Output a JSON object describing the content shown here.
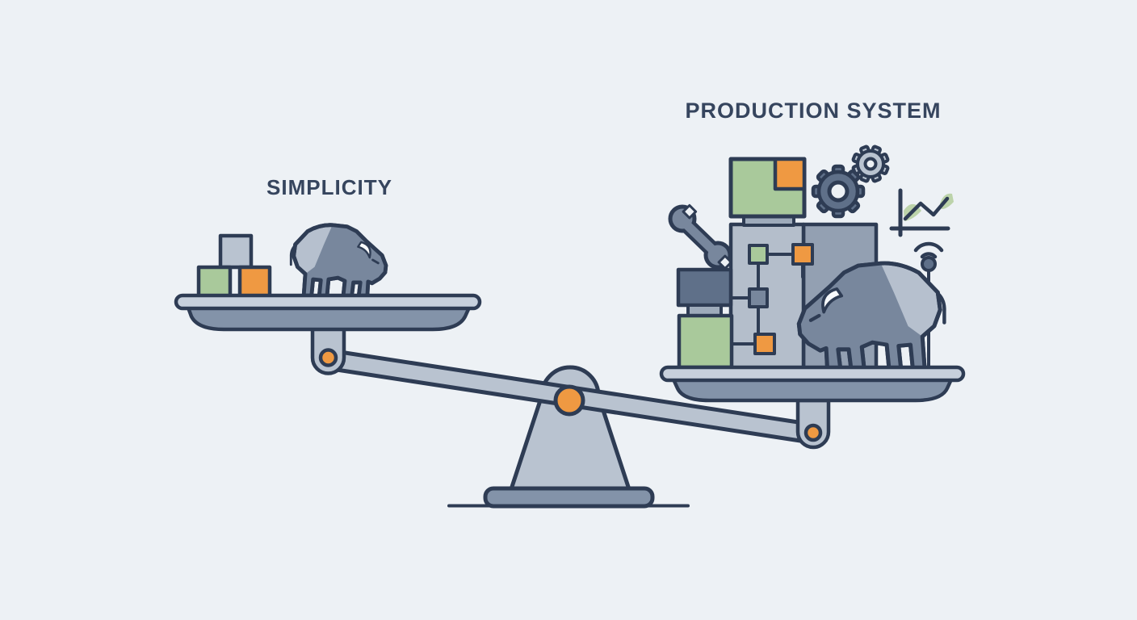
{
  "scene": {
    "type": "balance-scale illustration",
    "left": {
      "label": "SIMPLICITY",
      "pan_state": "raised",
      "items": [
        "stacked-blocks",
        "small-bison"
      ]
    },
    "right": {
      "label": "PRODUCTION SYSTEM",
      "pan_state": "lowered",
      "items": [
        "wrench-icon",
        "stacked-boxes",
        "module-box",
        "flow-nodes",
        "gears-icon",
        "growth-chart-icon",
        "antenna-icon",
        "large-bison"
      ]
    }
  },
  "colors": {
    "background": "#edf1f5",
    "outline": "#2e3c54",
    "text": "#36455e",
    "orange": "#ef9942",
    "green": "#a9c99b",
    "green_soft": "#bcd3aa",
    "slate_light": "#b9c3d0",
    "slate_mid": "#8393a9",
    "slate_dark": "#5f7089",
    "rim": "#c7d0dc",
    "box_back": "#93a0b2",
    "box_front": "#b4becb",
    "bison_light": "#b6c0ce",
    "bison_dark": "#78879d",
    "connector": "#9eabbb"
  }
}
